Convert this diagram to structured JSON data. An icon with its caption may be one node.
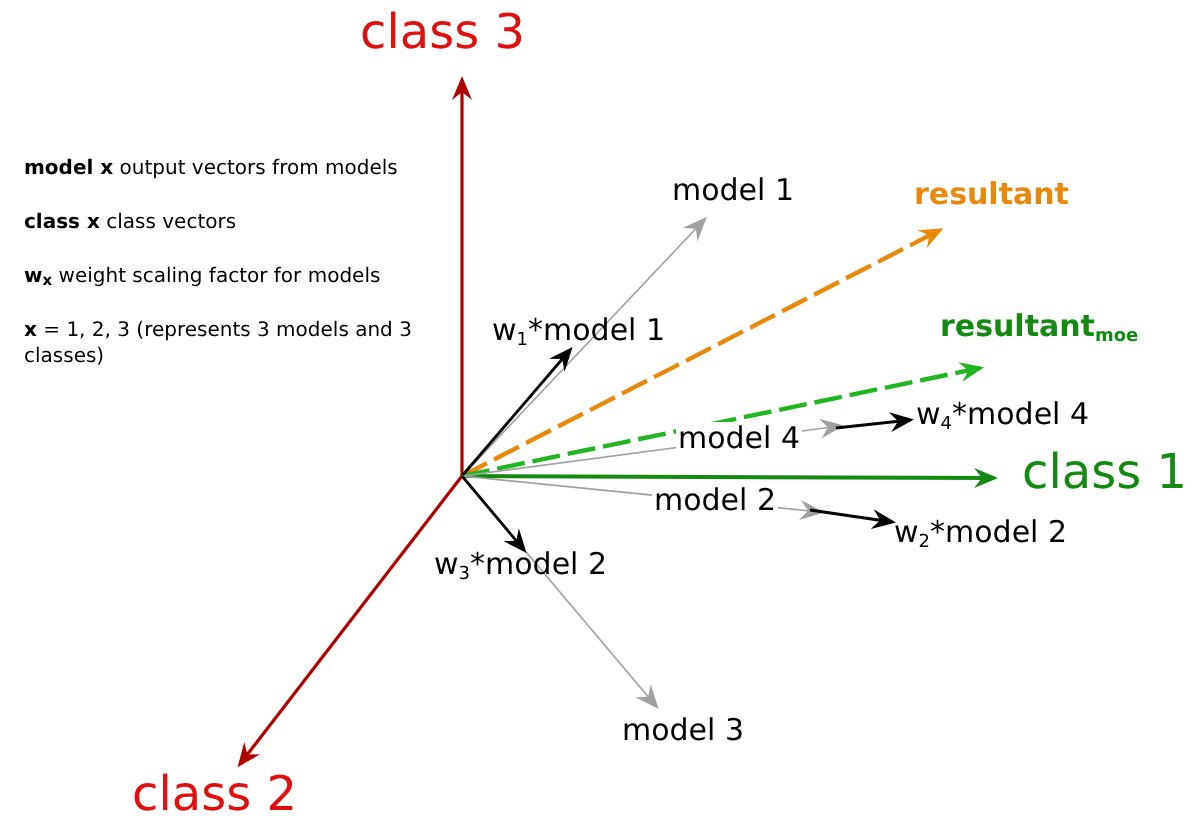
{
  "diagram": {
    "nodes": [
      {
        "text": [
          "class 3"
        ]
      },
      {
        "text": [
          "model 1"
        ]
      },
      {
        "text": [
          "resultant"
        ]
      },
      {
        "text": [
          "w$_{1}$*model 1"
        ]
      },
      {
        "text": [
          "resultant$_{moe}$"
        ]
      },
      {
        "text": [
          "w$_{4}$*model 4"
        ]
      },
      {
        "text": [
          "class 1"
        ]
      },
      {
        "text": [
          "w$_{2}$*model 2"
        ]
      },
      {
        "text": [
          "w$_{3}$*model 2"
        ]
      },
      {
        "text": [
          "model 3"
        ]
      },
      {
        "text": [
          "class 2"
        ]
      }
    ],
    "edges": [
      {
        "from": null,
        "to": 0,
        "arrow": "to",
        "color": "#b00000"
      },
      {
        "from": null,
        "to": 10,
        "arrow": "to",
        "color": "#b00000"
      },
      {
        "from": null,
        "to": 6,
        "arrow": "to",
        "color": "#128a12"
      },
      {
        "from": null,
        "to": 2,
        "arrow": "to",
        "style": "dashed",
        "color": "#e8890c"
      },
      {
        "from": null,
        "to": 4,
        "arrow": "to",
        "style": "dashed",
        "color": "#22b522"
      },
      {
        "from": null,
        "to": 1,
        "arrow": "to",
        "color": "#a0a0a0"
      },
      {
        "from": null,
        "to": 3,
        "arrow": "to",
        "color": "#000000"
      },
      {
        "from": null,
        "to": 5,
        "arrow": "to",
        "label": "model 4",
        "color": "#a0a0a0"
      },
      {
        "from": null,
        "to": 5,
        "arrow": "to",
        "color": "#000000"
      },
      {
        "from": null,
        "to": 7,
        "arrow": "to",
        "label": "model 2",
        "color": "#a0a0a0"
      },
      {
        "from": null,
        "to": 7,
        "arrow": "to",
        "color": "#000000"
      },
      {
        "from": null,
        "to": 9,
        "arrow": "to",
        "color": "#a0a0a0"
      },
      {
        "from": null,
        "to": 8,
        "arrow": "to",
        "color": "#000000"
      }
    ],
    "labels": [
      "**model x** output vectors from models",
      "**class x** class vectors",
      "**w$_{x}$** weight scaling factor for models",
      "**x** = 1, 2, 3 (represents 3 models and 3 classes)"
    ]
  }
}
